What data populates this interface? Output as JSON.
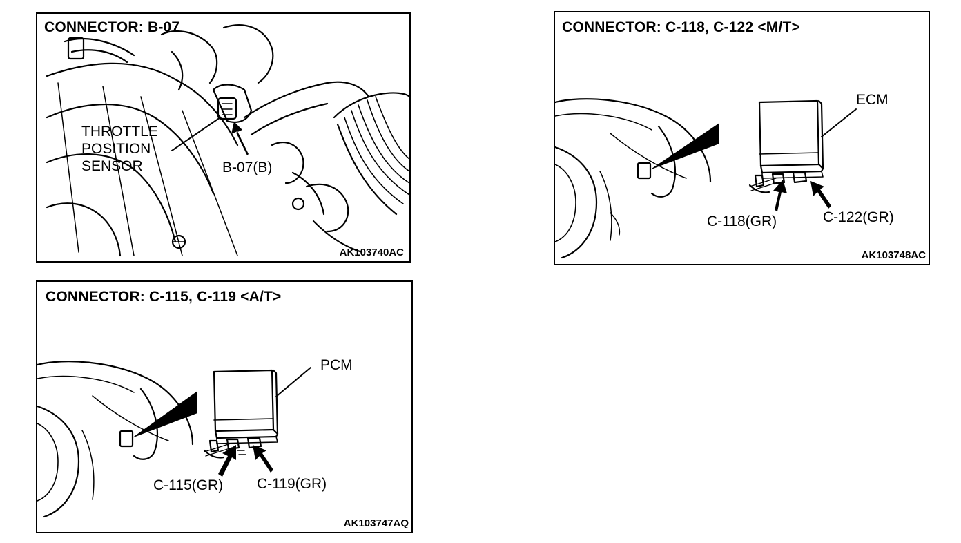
{
  "panels": {
    "b07": {
      "title": "CONNECTOR: B-07",
      "sensor_label_line1": "THROTTLE",
      "sensor_label_line2": "POSITION",
      "sensor_label_line3": "SENSOR",
      "connector_label": "B-07(B)",
      "image_code": "AK103740AC"
    },
    "c118": {
      "title": "CONNECTOR: C-118, C-122 <M/T>",
      "module_label": "ECM",
      "connector_left_label": "C-118(GR)",
      "connector_right_label": "C-122(GR)",
      "image_code": "AK103748AC"
    },
    "c115": {
      "title": "CONNECTOR: C-115, C-119 <A/T>",
      "module_label": "PCM",
      "connector_left_label": "C-115(GR)",
      "connector_right_label": "C-119(GR)",
      "image_code": "AK103747AQ"
    }
  },
  "colors": {
    "line": "#000000",
    "background": "#ffffff"
  }
}
